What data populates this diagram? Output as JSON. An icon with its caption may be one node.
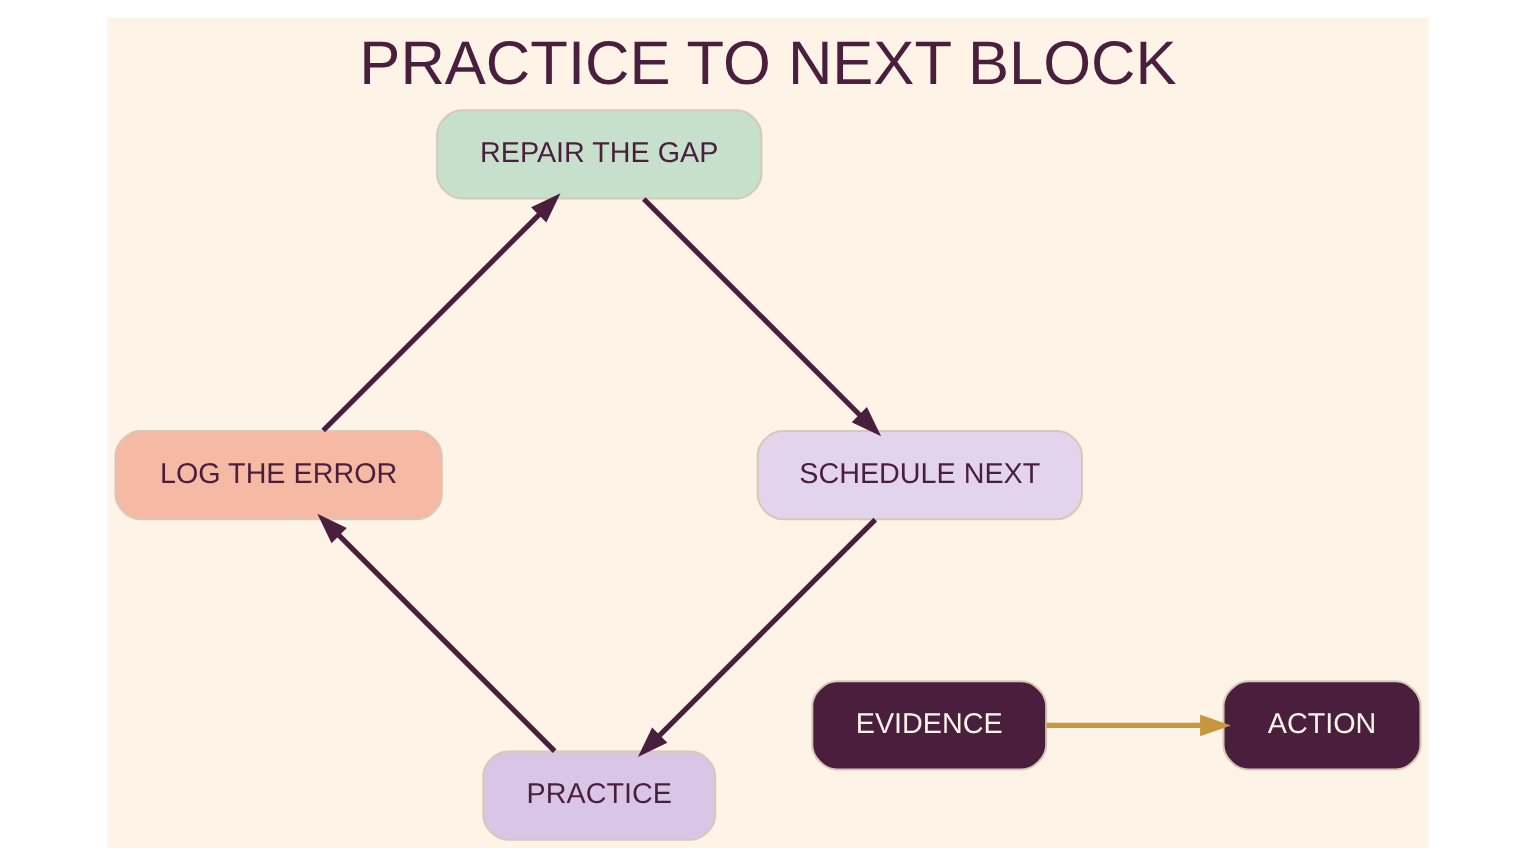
{
  "diagram": {
    "title": "PRACTICE TO NEXT BLOCK",
    "nodes": [
      {
        "text": [
          "PRACTICE"
        ]
      },
      {
        "text": [
          "LOG THE ERROR"
        ]
      },
      {
        "text": [
          "REPAIR THE GAP"
        ]
      },
      {
        "text": [
          "SCHEDULE NEXT"
        ]
      },
      {
        "text": [
          "EVIDENCE"
        ]
      },
      {
        "text": [
          "ACTION"
        ]
      }
    ],
    "edges": [
      {
        "from": 0,
        "to": 1,
        "arrow": "to"
      },
      {
        "from": 1,
        "to": 2,
        "arrow": "to"
      },
      {
        "from": 2,
        "to": 3,
        "arrow": "to"
      },
      {
        "from": 3,
        "to": 0,
        "arrow": "to"
      },
      {
        "from": 4,
        "to": 5,
        "arrow": "to",
        "color": "#c8963e"
      }
    ]
  }
}
